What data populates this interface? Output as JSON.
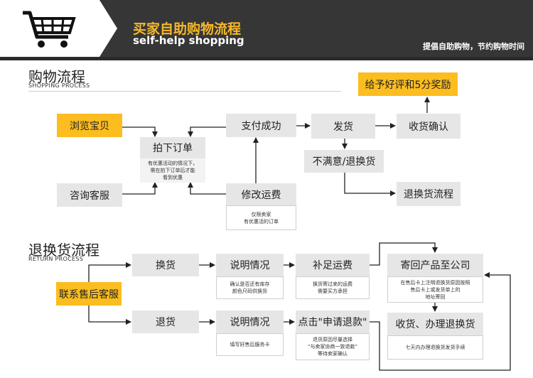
{
  "header": {
    "title": "买家自助购物流程",
    "subtitle": "self-help shopping",
    "slogan": "提倡自助购物，节约购物时间",
    "logo_icon": "shopping-cart-icon"
  },
  "shopping": {
    "title": "购物流程",
    "subtitle": "SHOPPING PROCESS",
    "browse": "浏览宝贝",
    "consult": "咨询客服",
    "place_order": "拍下订单",
    "place_order_note": "有优惠活动的情况下，\n需在拍下订单后才能\n看到优惠",
    "pay_success": "支付成功",
    "modify_shipping": "修改运费",
    "modify_note": "仅限卖家\n有优惠活的订单",
    "ship": "发货",
    "confirm_receipt": "收货确认",
    "good_review": "给予好评和5分奖励",
    "unsatisfied": "不满意/退换货",
    "return_flow": "退换货流程"
  },
  "returns": {
    "title": "退换货流程",
    "subtitle": "RETURN PROCESS",
    "contact": "联系售后客服",
    "exchange": "换货",
    "explain1": "说明情况",
    "explain1_note": "确认是否还有库存\n颜色尺码供换货",
    "extra_shipping": "补足运费",
    "extra_shipping_note": "换货寄过来的运费\n需要买方承担",
    "send_back": "寄回产品至公司",
    "send_back_note": "在售后卡上注明退换货原因按照\n售后卡上或发货单上的\n地址寄回",
    "refund": "退货",
    "explain2": "说明情况",
    "explain2_note": "填写好售后服务卡",
    "apply_refund": "点击\"申请退款\"",
    "apply_refund_note": "退货原因尽量选择\n“与卖家协商一致退款”\n等待卖家确认",
    "receive_process": "收货、办理退换货",
    "receive_note": "七天内办理退换货发货手续"
  },
  "colors": {
    "accent": "#fbbd1f",
    "banner": "#363636",
    "node": "#e6e6e6"
  }
}
